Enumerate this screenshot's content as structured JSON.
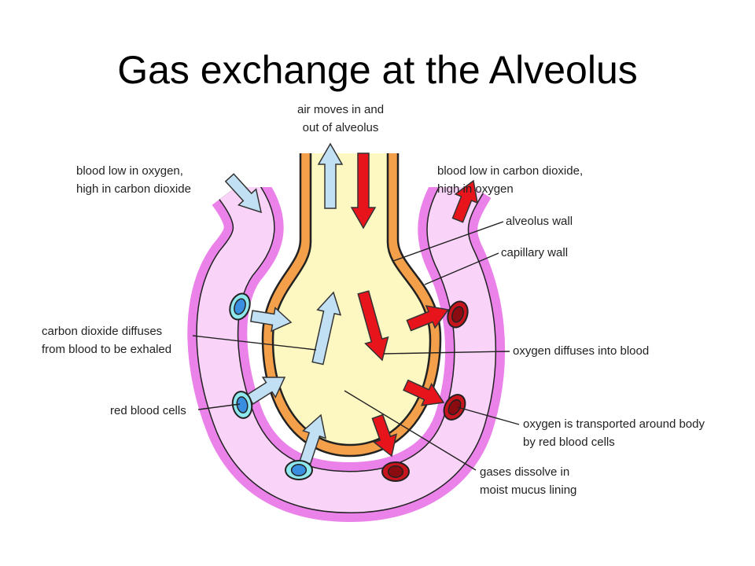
{
  "title": "Gas exchange at the Alveolus",
  "labels": {
    "air": [
      "air moves in and",
      "out of alveolus"
    ],
    "blood_in": [
      "blood low in oxygen,",
      "high in carbon dioxide"
    ],
    "blood_out": [
      "blood low in carbon dioxide,",
      "high in oxygen"
    ],
    "alveolus_wall": "alveolus wall",
    "capillary_wall": "capillary wall",
    "co2": [
      "carbon dioxide diffuses",
      "from blood to be exhaled"
    ],
    "o2": "oxygen diffuses into blood",
    "rbc": "red blood cells",
    "transport": [
      "oxygen is transported around body",
      "by red blood cells"
    ],
    "mucus": [
      "gases dissolve in",
      "moist mucus lining"
    ]
  },
  "colors": {
    "alveolus_fill": "#fdf7c2",
    "alveolus_wall": "#f4a04a",
    "capillary_wall": "#ea82ea",
    "capillary_fill": "#fad4f8",
    "co2_arrow": "#c2e0f4",
    "o2_arrow": "#e8141c",
    "blue_cell": "#3a8ee0",
    "red_cell": "#c8141c"
  }
}
